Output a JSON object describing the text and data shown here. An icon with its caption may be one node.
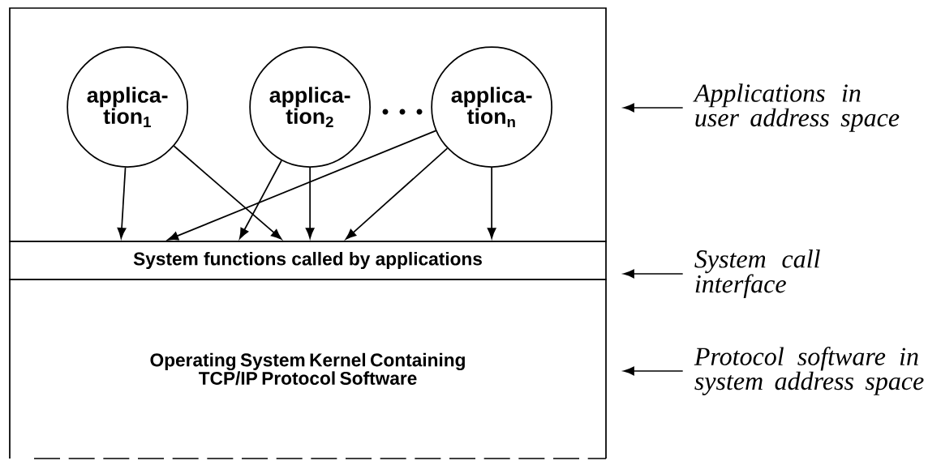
{
  "diagram": {
    "nodes": [
      {
        "text": [],
        "shape": "box"
      },
      {
        "text": [
          "applica- tion$_{1}$"
        ],
        "in": 0
      },
      {
        "text": [
          "applica- tion$_{2}$"
        ],
        "in": 0
      },
      {
        "text": [
          "applica- tion$_{n}$"
        ],
        "in": 0
      },
      {
        "text": [
          "System functions called by applications"
        ]
      },
      {
        "text": [
          "Operating System Kernel Containing TCP/IP Protocol Software"
        ]
      },
      {
        "text": [
          "Applications in user address space"
        ]
      },
      {
        "text": [
          "System call interface"
        ]
      },
      {
        "text": [
          "Protocol software in system address space"
        ]
      }
    ],
    "edges": [
      {
        "from": 1,
        "to": 4,
        "arrow": "to"
      },
      {
        "from": 1,
        "to": 4,
        "arrow": "to"
      },
      {
        "from": 2,
        "to": 4,
        "arrow": "to"
      },
      {
        "from": 2,
        "to": 4,
        "arrow": "to"
      },
      {
        "from": 3,
        "to": 4,
        "arrow": "to"
      },
      {
        "from": 3,
        "to": 4,
        "arrow": "to"
      },
      {
        "from": 3,
        "to": 4,
        "arrow": "to"
      },
      {
        "from": 6,
        "to": 0,
        "arrow": "to"
      },
      {
        "from": 7,
        "to": 4,
        "arrow": "to"
      },
      {
        "from": 8,
        "to": 5,
        "arrow": "to"
      }
    ]
  }
}
